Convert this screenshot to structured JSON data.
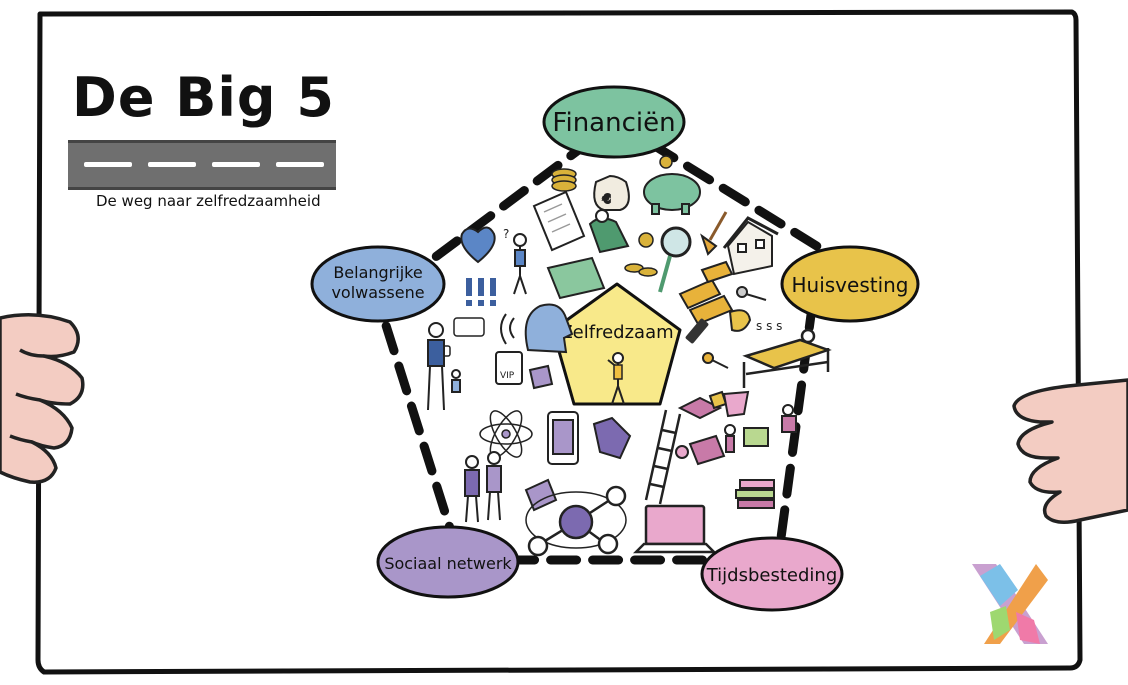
{
  "header": {
    "title": "De Big 5",
    "subtitle": "De weg naar zelfredzaamheid"
  },
  "center": {
    "label": "Zelfredzaam"
  },
  "nodes": [
    {
      "id": "financien",
      "label": "Financiën",
      "color": "#7dc3a0"
    },
    {
      "id": "huisvesting",
      "label": "Huisvesting",
      "color": "#e8c34a"
    },
    {
      "id": "tijdsbesteding",
      "label": "Tijdsbesteding",
      "color": "#e9a8cc"
    },
    {
      "id": "sociaal",
      "label": "Sociaal netwerk",
      "color": "#a996c9"
    },
    {
      "id": "volwassene",
      "label_lines": [
        "Belangrijke",
        "volwassene"
      ],
      "color": "#8fb0db"
    }
  ],
  "colors": {
    "center_fill": "#f8e98a",
    "road": "#6f6f6f",
    "outline": "#111111"
  },
  "icons": [
    "heart-icon",
    "coins-icon",
    "money-bag-icon",
    "piggy-bank-icon",
    "magnifier-icon",
    "house-icon",
    "keys-icon",
    "bed-icon",
    "laptop-icon",
    "books-icon",
    "ladder-icon",
    "handshake-icon",
    "puzzle-icon",
    "network-icon",
    "atom-icon",
    "people-icon",
    "chat-bubble-icon",
    "head-profile-icon",
    "vip-badge-icon",
    "phone-icon",
    "toilet-icon",
    "remote-icon",
    "graduation-cap-icon",
    "trophy-icon",
    "paint-icon",
    "broom-icon",
    "gold-bars-icon",
    "document-icon",
    "exclamation-icon",
    "thinking-person-icon",
    "hands-holding-icon",
    "logo-x-icon"
  ]
}
